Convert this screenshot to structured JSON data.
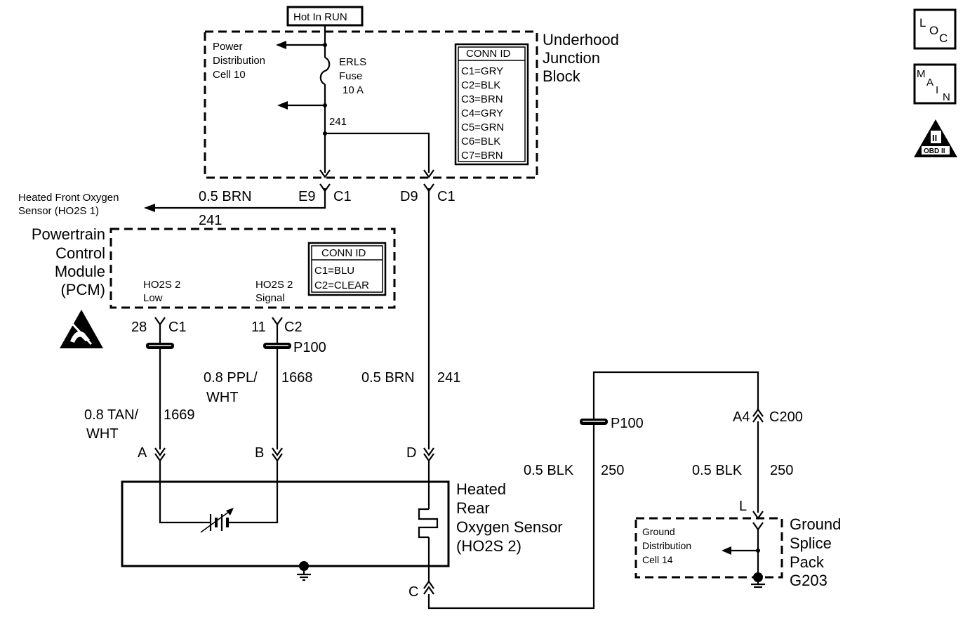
{
  "header": {
    "hot_in_run": "Hot In RUN"
  },
  "icons": {
    "loc": {
      "l": "L",
      "o": "O",
      "c": "C"
    },
    "main": {
      "m": "M",
      "a": "A",
      "i": "I",
      "n": "N"
    },
    "obd": {
      "roman": "II",
      "label": "OBD II"
    }
  },
  "junction_block": {
    "name": [
      "Underhood",
      "Junction",
      "Block"
    ],
    "power_dist": [
      "Power",
      "Distribution",
      "Cell 10"
    ],
    "fuse": [
      "ERLS",
      "Fuse",
      "10 A"
    ],
    "circuit": "241",
    "conn_id": {
      "title": "CONN ID",
      "rows": [
        "C1=GRY",
        "C2=BLK",
        "C3=BRN",
        "C4=GRY",
        "C5=GRN",
        "C6=BLK",
        "C7=BRN"
      ]
    }
  },
  "connectors": {
    "e9": "E9",
    "c1_a": "C1",
    "d9": "D9",
    "c1_b": "C1",
    "pin28": "28",
    "c1_c": "C1",
    "pin11": "11",
    "c2": "C2",
    "p100_a": "P100",
    "p100_b": "P100",
    "a4": "A4",
    "c200": "C200",
    "pin_a": "A",
    "pin_b": "B",
    "pin_d": "D",
    "pin_c": "C",
    "pin_l": "L"
  },
  "front_sensor": {
    "label": [
      "Heated Front Oxygen",
      "Sensor (HO2S 1)"
    ],
    "wire": "0.5 BRN",
    "circuit": "241"
  },
  "pcm": {
    "name": [
      "Powertrain",
      "Control",
      "Module",
      "(PCM)"
    ],
    "low": [
      "HO2S 2",
      "Low"
    ],
    "signal": [
      "HO2S 2",
      "Signal"
    ],
    "conn_id": {
      "title": "CONN ID",
      "rows": [
        "C1=BLU",
        "C2=CLEAR"
      ]
    }
  },
  "wires": {
    "tan": {
      "color": [
        "0.8 TAN/",
        "WHT"
      ],
      "circuit": "1669"
    },
    "ppl": {
      "color": [
        "0.8 PPL/",
        "WHT"
      ],
      "circuit": "1668"
    },
    "brn": {
      "color": "0.5 BRN",
      "circuit": "241"
    },
    "blk1": {
      "color": "0.5 BLK",
      "circuit": "250"
    },
    "blk2": {
      "color": "0.5 BLK",
      "circuit": "250"
    }
  },
  "sensor": {
    "name": [
      "Heated",
      "Rear",
      "Oxygen Sensor",
      "(HO2S 2)"
    ]
  },
  "ground_pack": {
    "name": [
      "Ground",
      "Splice",
      "Pack",
      "G203"
    ],
    "dist": [
      "Ground",
      "Distribution",
      "Cell 14"
    ]
  }
}
